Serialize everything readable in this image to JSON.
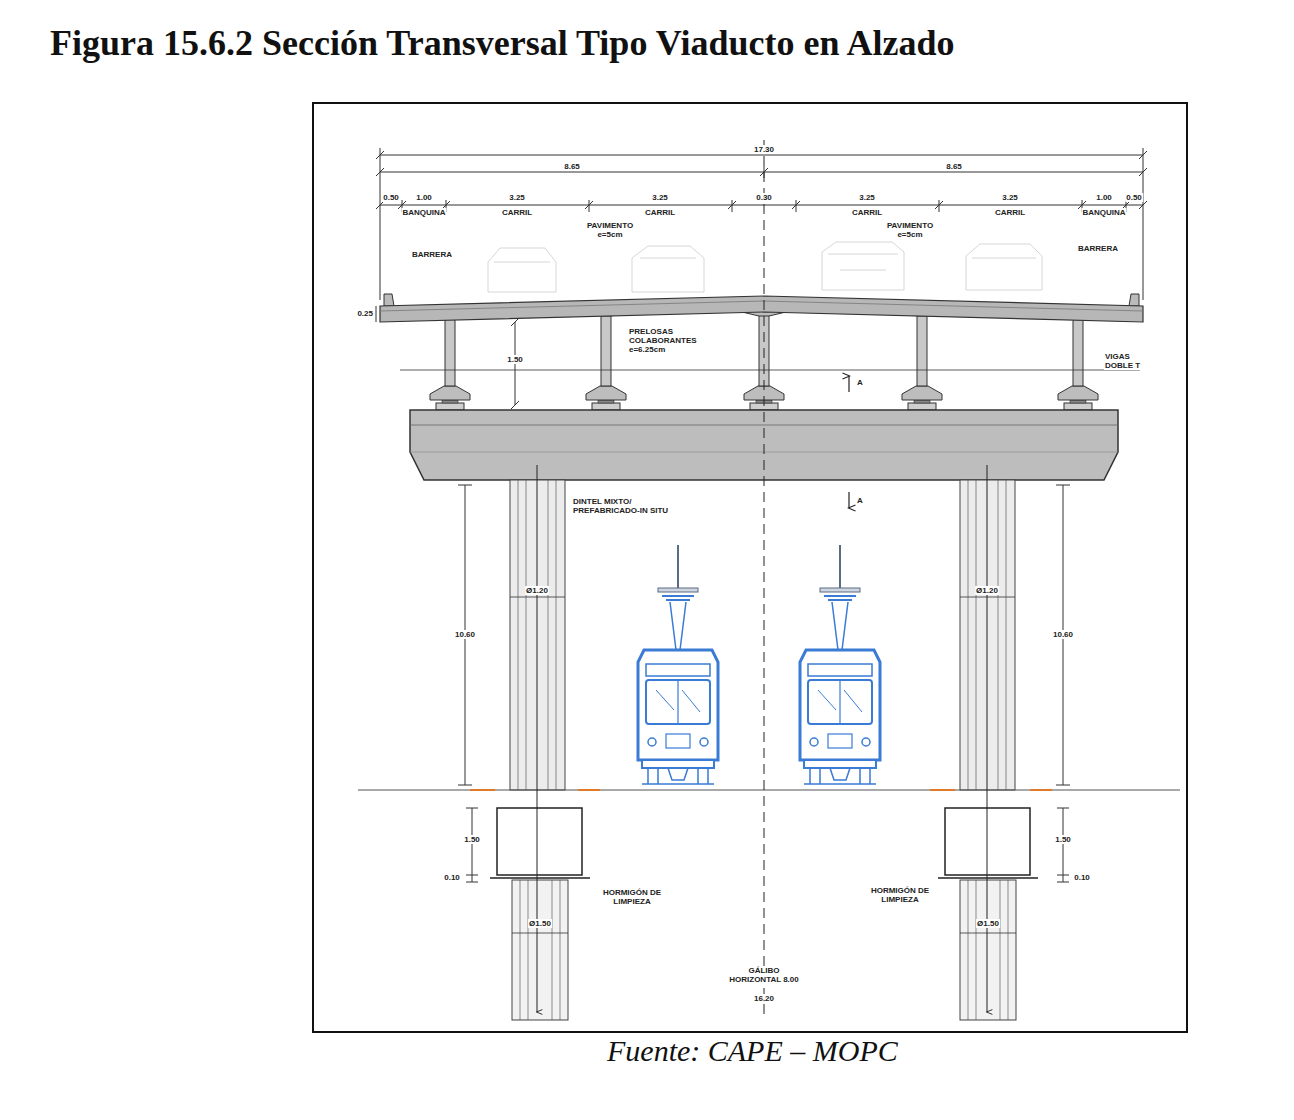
{
  "diagram": {
    "title": "Figura 15.6.2 Sección Transversal Tipo Viaducto en Alzado",
    "caption": "Fuente: CAPE – MOPC",
    "labels": [
      "17.30",
      "8.65",
      "8.65",
      "0.50",
      "1.00",
      "BANQUINA",
      "3.25",
      "CARRIL",
      "3.25",
      "CARRIL",
      "0.30",
      "3.25",
      "CARRIL",
      "3.25",
      "CARRIL",
      "1.00",
      "BANQUINA",
      "0.50",
      "PAVIMENTO e=5cm",
      "PAVIMENTO e=5cm",
      "BARRERA",
      "BARRERA",
      "0.25",
      "PRELOSAS COLABORANTES e=6.25cm",
      "1.50",
      "VIGAS DOBLE T",
      "A",
      "A",
      "DINTEL MIXTO/ PREFABRICADO-IN SITU",
      "Ø1.20",
      "Ø1.20",
      "10.60",
      "10.60",
      "1.50",
      "1.50",
      "0.10",
      "0.10",
      "HORMIGÓN DE LIMPIEZA",
      "HORMIGÓN DE LIMPIEZA",
      "Ø1.50",
      "Ø1.50",
      "GÁLIBO HORIZONTAL 8.00",
      "16.20"
    ]
  }
}
